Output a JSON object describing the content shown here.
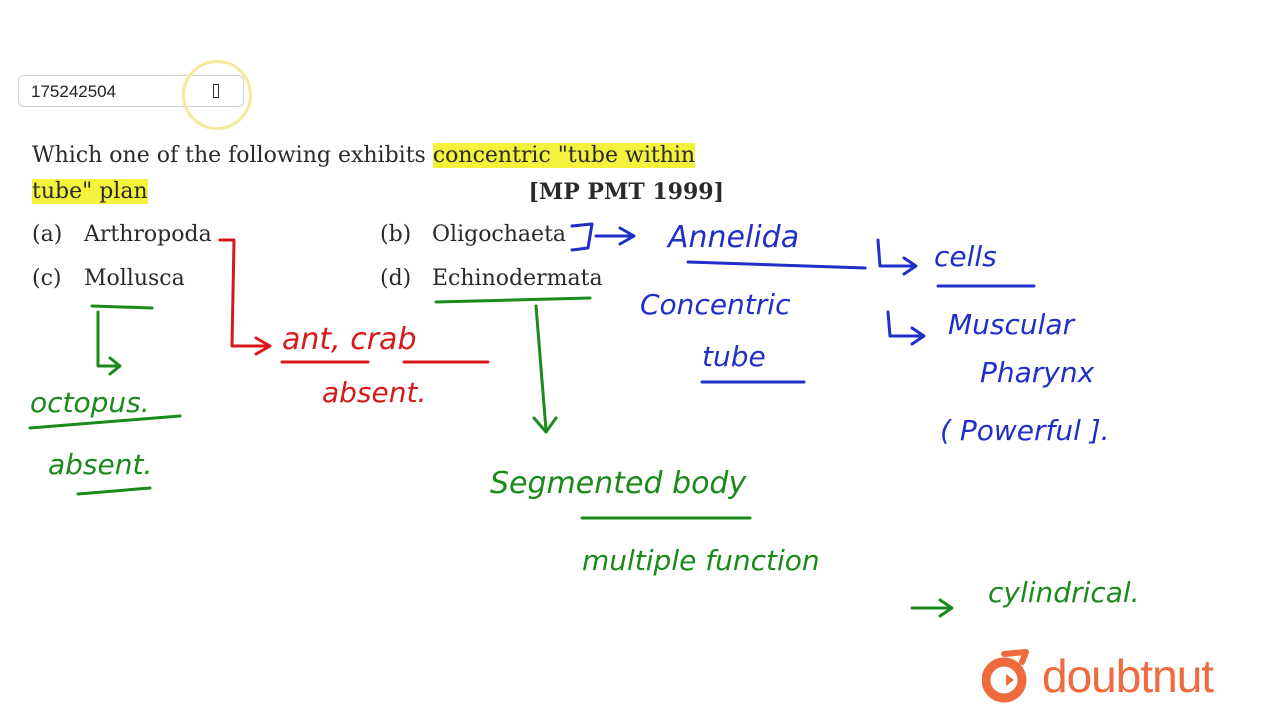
{
  "header": {
    "question_id": "175242504"
  },
  "question": {
    "line1_pre": "Which one of the following exhibits ",
    "line1_highlight": "concentric \"tube within",
    "line2_highlight": "tube\" plan",
    "source": "[MP PMT 1999]"
  },
  "options": [
    {
      "letter": "(a)",
      "text": "Arthropoda"
    },
    {
      "letter": "(b)",
      "text": "Oligochaeta"
    },
    {
      "letter": "(c)",
      "text": "Mollusca"
    },
    {
      "letter": "(d)",
      "text": "Echinodermata"
    }
  ],
  "annotations": {
    "annelida": "Annelida",
    "cells": "cells",
    "concentric": "Concentric",
    "tube": "tube",
    "muscular": "Muscular",
    "pharynx": "Pharynx",
    "powerful": "( Powerful ].",
    "ant_crab": "ant, crab",
    "absent_red": "absent.",
    "octopus": "octopus.",
    "absent_green": "absent.",
    "segmented_body": "Segmented body",
    "multiple_function": "multiple function",
    "cylindrical": "cylindrical."
  },
  "colors": {
    "blue": "#1f2fc8",
    "red": "#d61a1a",
    "green": "#1a8a1a",
    "highlight": "#f5f23d",
    "brand": "#ef6b3d"
  },
  "brand": {
    "name": "doubtnut",
    "icon": "doubtnut-logo-icon"
  }
}
